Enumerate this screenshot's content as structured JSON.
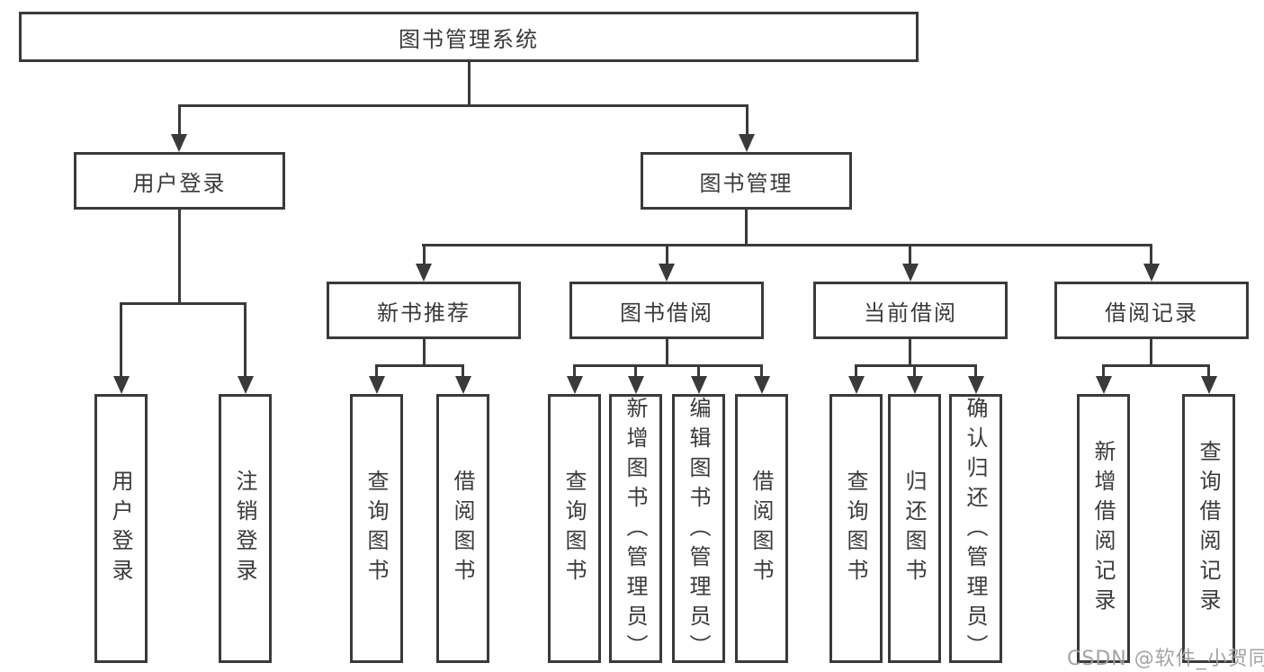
{
  "tree": {
    "root": {
      "label": "图书管理系统"
    },
    "branches": [
      {
        "label": "用户登录",
        "children": [
          {
            "label": "用户登录"
          },
          {
            "label": "注销登录"
          }
        ]
      },
      {
        "label": "图书管理",
        "children": [
          {
            "label": "新书推荐",
            "children": [
              {
                "label": "查询图书"
              },
              {
                "label": "借阅图书"
              }
            ]
          },
          {
            "label": "图书借阅",
            "children": [
              {
                "label": "查询图书"
              },
              {
                "label": "新增图书（管理员）"
              },
              {
                "label": "编辑图书（管理员）"
              },
              {
                "label": "借阅图书"
              }
            ]
          },
          {
            "label": "当前借阅",
            "children": [
              {
                "label": "查询图书"
              },
              {
                "label": "归还图书"
              },
              {
                "label": "确认归还（管理员）"
              }
            ]
          },
          {
            "label": "借阅记录",
            "children": [
              {
                "label": "新增借阅记录"
              },
              {
                "label": "查询借阅记录"
              }
            ]
          }
        ]
      }
    ]
  },
  "watermark": "CSDN @软件_小贺同学",
  "colors": {
    "line": "#3a3a3a",
    "text": "#3a3a3a",
    "background": "#ffffff",
    "watermark": "#9e9e9e"
  }
}
